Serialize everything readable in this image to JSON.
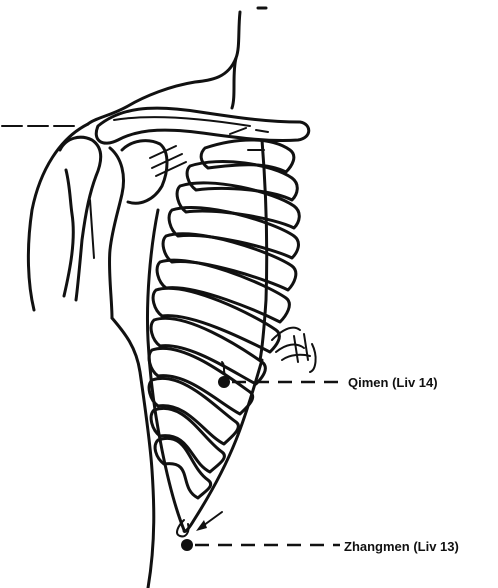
{
  "points": [
    {
      "id": "qimen",
      "label": "Qimen (Liv 14)"
    },
    {
      "id": "zhangmen",
      "label": "Zhangmen (Liv 13)"
    }
  ],
  "colors": {
    "ink": "#111111",
    "paper": "#ffffff"
  }
}
